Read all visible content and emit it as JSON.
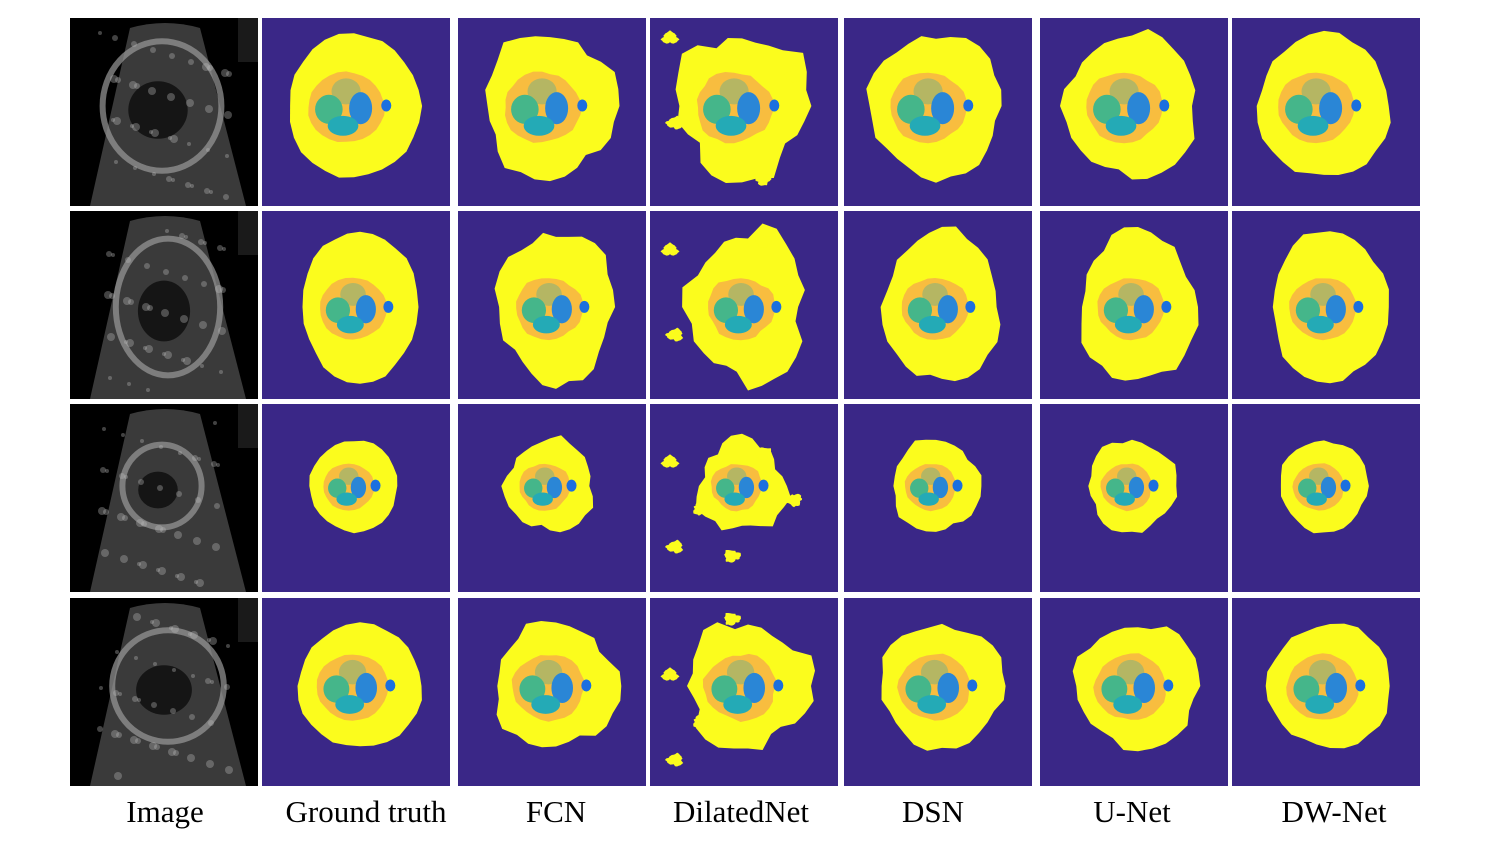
{
  "figure": {
    "columns": [
      {
        "id": "image",
        "label": "Image"
      },
      {
        "id": "ground-truth",
        "label": "Ground truth"
      },
      {
        "id": "fcn",
        "label": "FCN"
      },
      {
        "id": "dilatednet",
        "label": "DilatedNet"
      },
      {
        "id": "dsn",
        "label": "DSN"
      },
      {
        "id": "u-net",
        "label": "U-Net"
      },
      {
        "id": "dw-net",
        "label": "DW-Net"
      }
    ],
    "rows": 4,
    "colors": {
      "background": "#3a2787",
      "thorax": "#fbfc1d",
      "heart_wall": "#f8bd3f",
      "chamber_olive": "#b5b663",
      "chamber_green": "#45b68a",
      "chamber_teal": "#24aab6",
      "chamber_blue": "#2a86d6",
      "aorta": "#1b6fdf",
      "ultrasound_bg": "#000000",
      "ultrasound_tissue": "#9a9a9a"
    }
  }
}
